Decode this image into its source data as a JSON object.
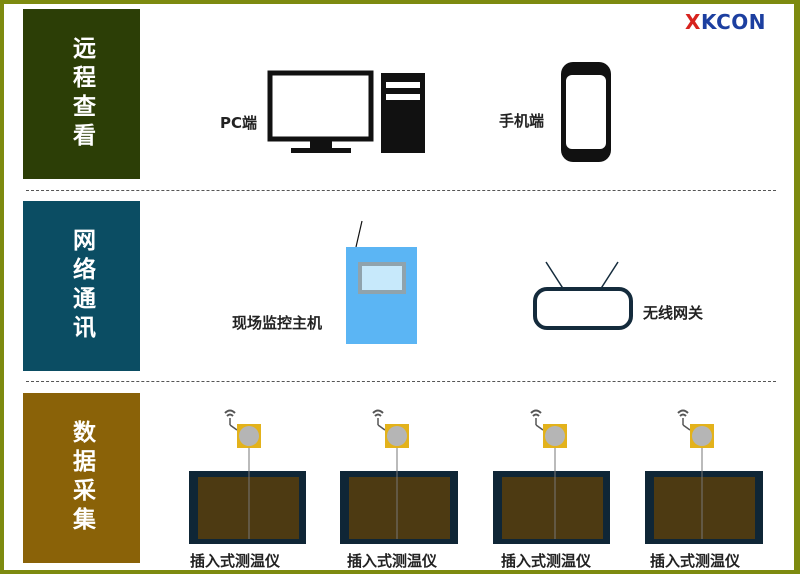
{
  "brand": {
    "x_letter": "X",
    "rest": "KCON"
  },
  "layers": [
    {
      "id": "remote",
      "label": "远程查看",
      "color": "#2c3e06"
    },
    {
      "id": "network",
      "label": "网络通讯",
      "color": "#0b4d63"
    },
    {
      "id": "collection",
      "label": "数据采集",
      "color": "#8a6208"
    }
  ],
  "remote": {
    "pc_label": "PC端",
    "phone_label": "手机端"
  },
  "network": {
    "host_label": "现场监控主机",
    "gateway_label": "无线网关"
  },
  "collection": {
    "sensors": [
      {
        "label": "插入式测温仪"
      },
      {
        "label": "插入式测温仪"
      },
      {
        "label": "插入式测温仪"
      },
      {
        "label": "插入式测温仪"
      }
    ]
  },
  "colors": {
    "border": "#7d8a0f",
    "device_dark": "#111111",
    "host_blue": "#5bb5f4",
    "gateway_outline": "#142b3c",
    "probe_yellow": "#e3b21b",
    "pile_dark": "#0f2636",
    "pile_fill": "#4d3a12"
  }
}
